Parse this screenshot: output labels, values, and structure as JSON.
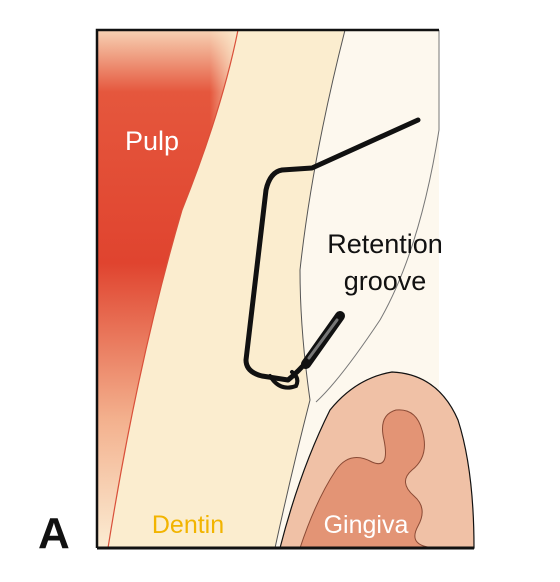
{
  "figure": {
    "panel_label": "A",
    "labels": {
      "pulp": "Pulp",
      "retention_line1": "Retention",
      "retention_line2": "groove",
      "dentin": "Dentin",
      "gingiva": "Gingiva"
    },
    "colors": {
      "dentin_fill": "#fbedcf",
      "enamel_fill": "#fdf8ee",
      "pulp_core": "#e0442f",
      "pulp_edge": "#f6c9a8",
      "gingiva_outer": "#f0c1a6",
      "gingiva_inner": "#e39475",
      "dentin_text": "#f2b400",
      "outline": "#111111"
    }
  }
}
